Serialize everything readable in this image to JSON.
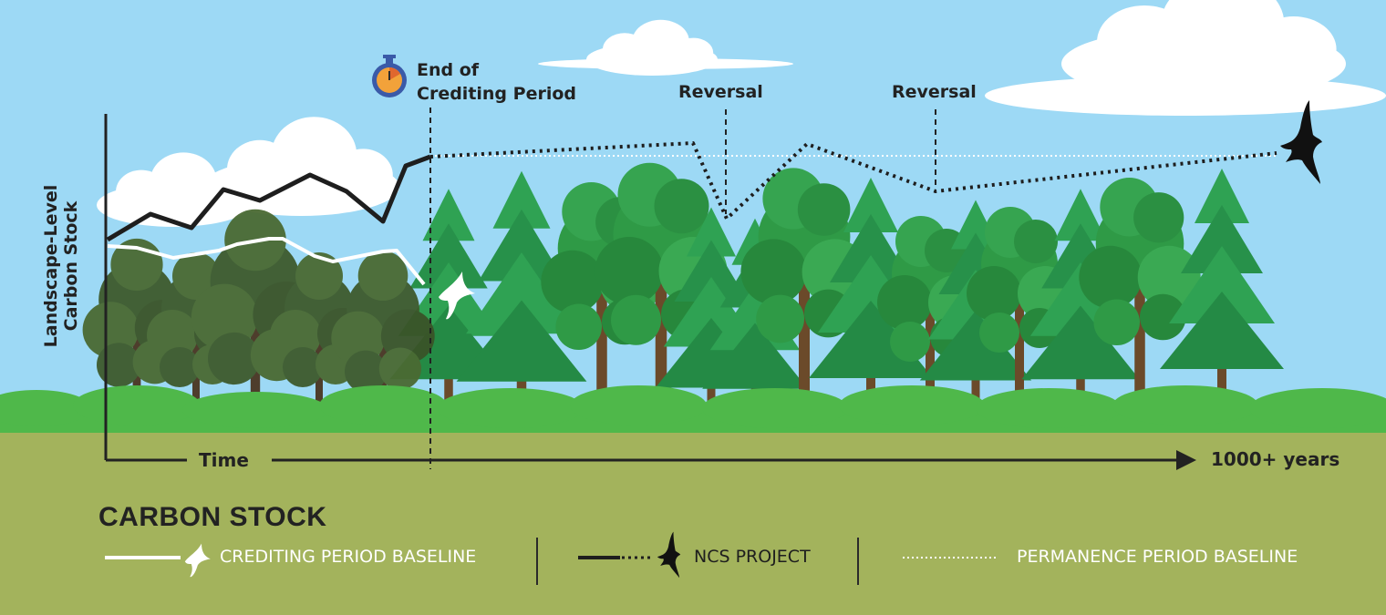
{
  "labels": {
    "end_of_crediting": "End of\nCrediting Period",
    "reversal_1": "Reversal",
    "reversal_2": "Reversal",
    "y_axis": "Landscape-Level Carbon Stock",
    "x_axis_start": "Time",
    "x_axis_end": "1000+ years"
  },
  "legend": {
    "title": "CARBON STOCK",
    "items": [
      {
        "label": "CREDITING PERIOD BASELINE",
        "line_style": "solid",
        "color": "#ffffff",
        "icon": "white-bird-icon"
      },
      {
        "label": "NCS PROJECT",
        "line_style": "solid-then-dotted",
        "color": "#1e1e1e",
        "icon": "black-bird-icon"
      },
      {
        "label": "PERMANENCE PERIOD BASELINE",
        "line_style": "dotted",
        "color": "#ffffff"
      }
    ]
  },
  "icons": [
    "stopwatch-icon",
    "white-bird-icon",
    "black-bird-icon",
    "cloud-icon",
    "tree-icon",
    "arrow-right-icon"
  ],
  "colors": {
    "sky": "#9dd9f5",
    "ground": "#a3b35c",
    "grass": "#4fb84a",
    "ncs_line": "#1e1e1e",
    "baseline_line": "#ffffff",
    "legend_dark_text": "#1e1e1e"
  }
}
